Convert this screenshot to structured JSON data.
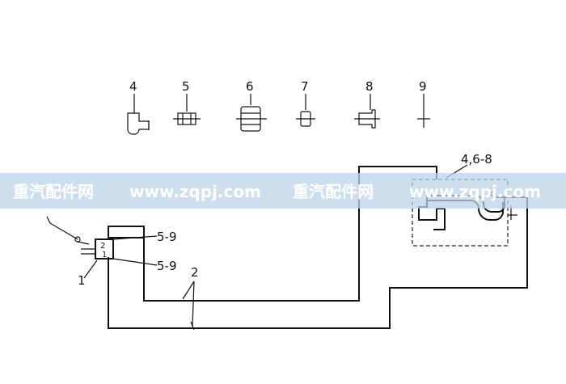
{
  "parts": {
    "p4": "4",
    "p5": "5",
    "p6": "6",
    "p7": "7",
    "p8": "8",
    "p9": "9"
  },
  "callouts": {
    "tank_parts": "4,6-8",
    "upper_fitting": "5-9",
    "lower_fitting": "5-9",
    "valve": "1",
    "pipes": "2",
    "valve_mark_top": "2",
    "valve_mark_bottom": "1"
  },
  "watermark": {
    "text_cn_1": "重汽配件网",
    "url": "www.zqpj.com",
    "text_cn_2": "重汽配件网",
    "url_partial": "www.zqpj.com"
  },
  "colors": {
    "line": "#111111",
    "watermark_band": "#bcd3ea",
    "watermark_text": "#ffffff"
  }
}
